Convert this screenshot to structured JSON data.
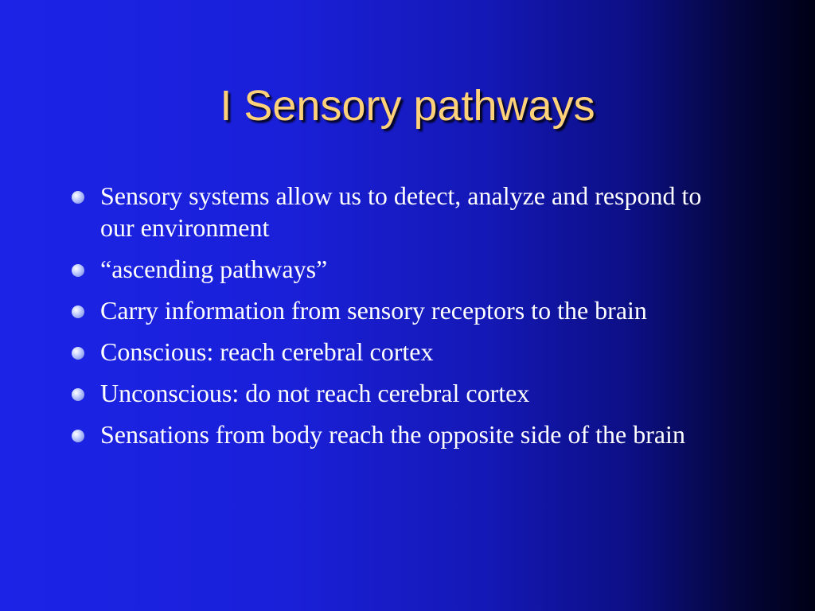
{
  "slide": {
    "title": "I Sensory pathways",
    "bullets": [
      {
        "text": "Sensory systems allow us to detect, analyze and respond to our environment"
      },
      {
        "text": "“ascending pathways”"
      },
      {
        "text": "Carry information from sensory receptors to the brain"
      },
      {
        "text": "Conscious: reach cerebral cortex"
      },
      {
        "text": "Unconscious: do not reach cerebral cortex"
      },
      {
        "text": "Sensations from body reach the opposite side of the brain"
      }
    ],
    "colors": {
      "title": "#ffd27a",
      "body_text": "#ffffff",
      "background_left": "#1c23e6",
      "background_right": "#000015"
    }
  }
}
